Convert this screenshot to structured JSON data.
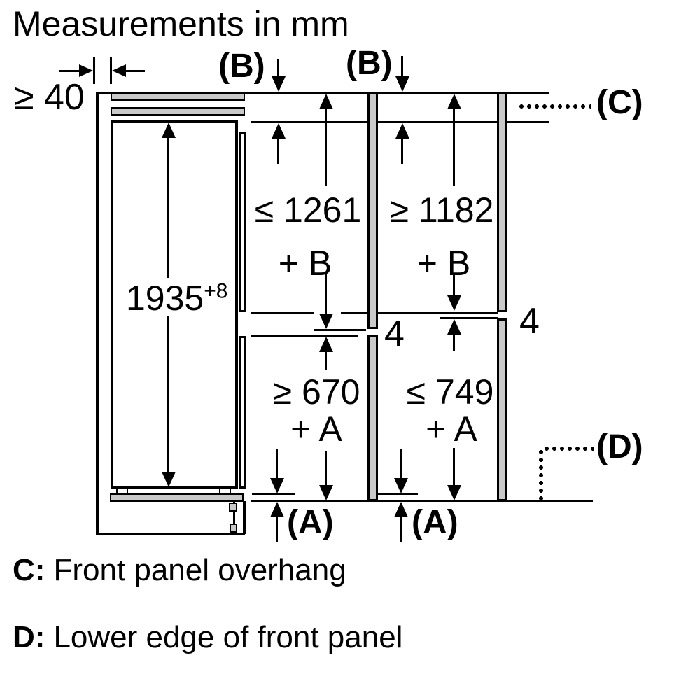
{
  "title": "Measurements in mm",
  "units": "mm",
  "labels": {
    "min_side_clearance": "≥ 40",
    "appliance_height_main": "1935",
    "appliance_height_sup": "+8",
    "b": "(B)",
    "a": "(A)",
    "c": "(C)",
    "d": "(D)",
    "gap": "4"
  },
  "dims": {
    "upper_left": {
      "value": "≤ 1261",
      "plus": "+ B"
    },
    "upper_right": {
      "value": "≥ 1182",
      "plus": "+ B"
    },
    "lower_left": {
      "value": "≥ 670",
      "plus": "+ A"
    },
    "lower_right": {
      "value": "≤ 749",
      "plus": "+ A"
    }
  },
  "legend": {
    "c_key": "C:",
    "c_text": "Front panel overhang",
    "d_key": "D:",
    "d_text": "Lower edge of front panel"
  },
  "colors": {
    "line": "#000000",
    "panel_fill": "#c9c9c9",
    "background": "#ffffff"
  }
}
